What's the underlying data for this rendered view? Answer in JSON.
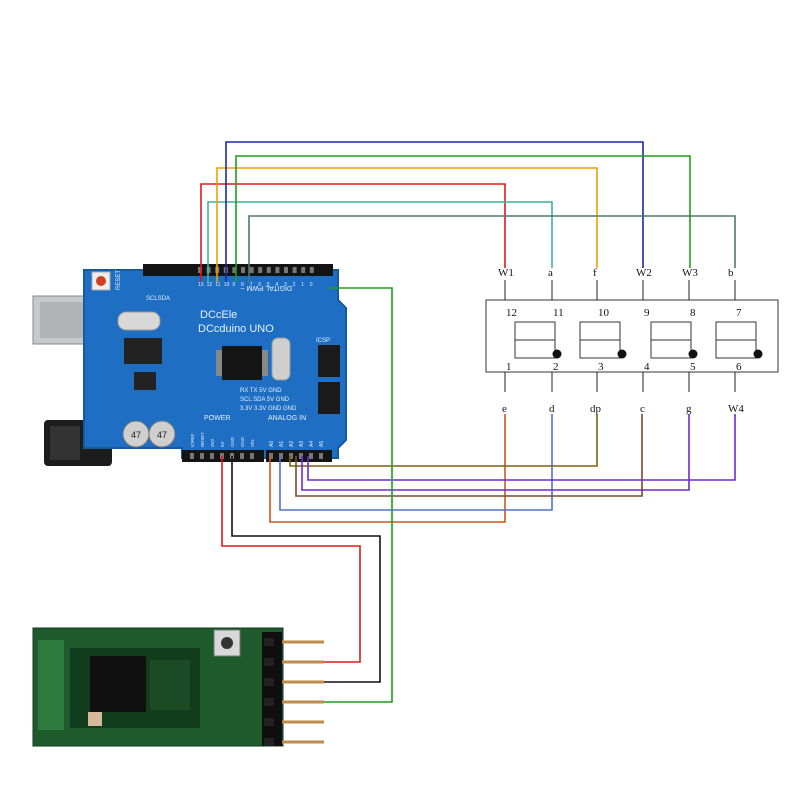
{
  "board": {
    "brand": "DCcEle",
    "model": "DCcduino UNO",
    "header_digital": "DIGITAL PWM ~",
    "header_power": "POWER",
    "header_analog": "ANALOG IN",
    "reset_label": "RESET",
    "icsp_label": "ICSP",
    "sclsda_label": "SCLSDA",
    "io_labels": [
      "RX TX 5V GND",
      "SCL SDA 5V GND",
      "3.3V 3.3V GND GND"
    ],
    "cap_text": "47",
    "digital_pin_labels": [
      "13",
      "12",
      "11",
      "10",
      "9",
      "8",
      "7",
      "6",
      "5",
      "4",
      "3",
      "2",
      "1",
      "0"
    ],
    "power_pin_labels": [
      "IOREF",
      "RESET",
      "3V3",
      "5V",
      "GND",
      "GND",
      "VIN"
    ],
    "analog_pin_labels": [
      "A0",
      "A1",
      "A2",
      "A3",
      "A4",
      "A5"
    ]
  },
  "display": {
    "top_pin_labels": [
      "W1",
      "a",
      "f",
      "W2",
      "W3",
      "b"
    ],
    "top_pin_numbers": [
      "12",
      "11",
      "10",
      "9",
      "8",
      "7"
    ],
    "bottom_pin_numbers": [
      "1",
      "2",
      "3",
      "4",
      "5",
      "6"
    ],
    "bottom_pin_labels": [
      "e",
      "d",
      "dp",
      "c",
      "g",
      "W4"
    ]
  },
  "wire_colors": {
    "red": "#e01818",
    "orange": "#f0a000",
    "navy": "#1a2aa0",
    "green": "#1aa01a",
    "teal": "#3fb09a",
    "slate": "#4a7a6a",
    "burnt_orange": "#d0561a",
    "light_blue": "#5070d0",
    "olive": "#7a6010",
    "black": "#111111",
    "purple": "#6a2ad0",
    "brown": "#7a4a2a"
  }
}
